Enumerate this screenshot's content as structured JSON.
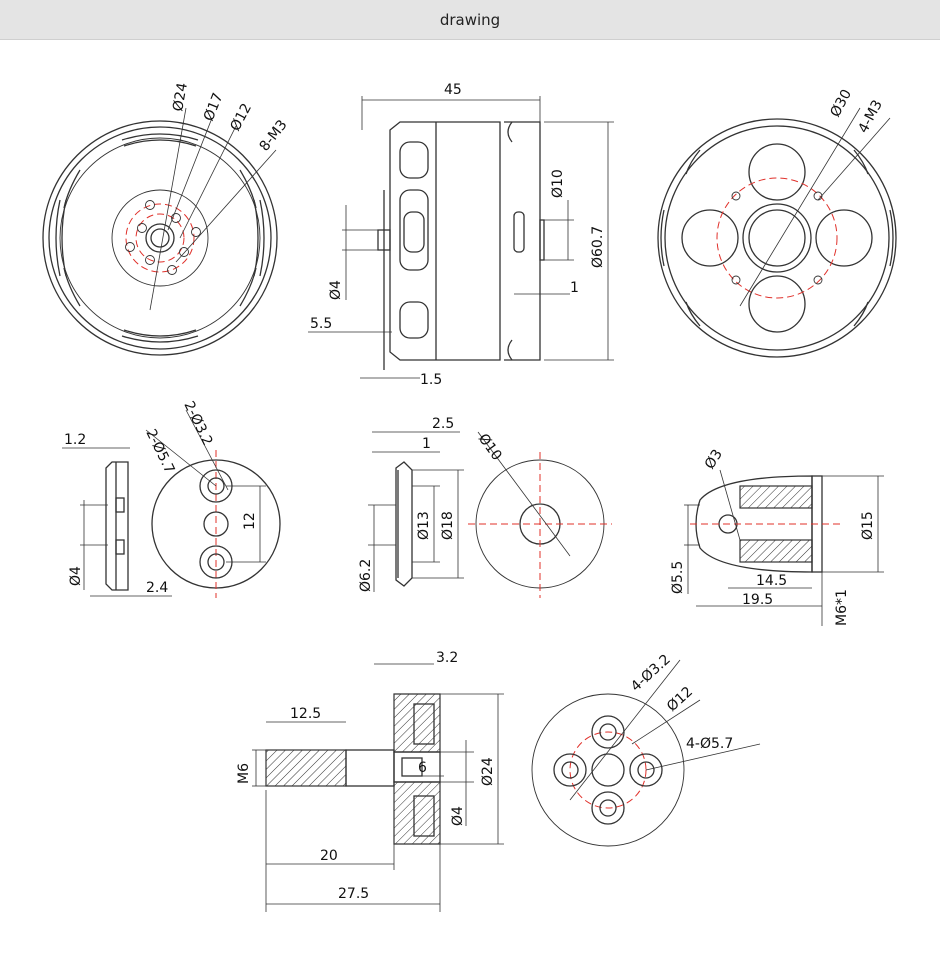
{
  "window": {
    "title": "drawing"
  },
  "labels": {
    "front_d24": "Ø24",
    "front_d17": "Ø17",
    "front_d12": "Ø12",
    "front_8m3": "8-M3",
    "side_45": "45",
    "side_d10": "Ø10",
    "side_d607": "Ø60.7",
    "side_d4": "Ø4",
    "side_1": "1",
    "side_55": "5.5",
    "side_15": "1.5",
    "back_d30": "Ø30",
    "back_4m3": "4-M3",
    "plate_12": "1.2",
    "plate_d4": "Ø4",
    "plate_24": "2.4",
    "plate_2d57": "2-Ø5.7",
    "plate_2d32": "2-Ø3.2",
    "plate_12b": "12",
    "washer_25": "2.5",
    "washer_1": "1",
    "washer_d10": "Ø10",
    "washer_d13": "Ø13",
    "washer_d18": "Ø18",
    "washer_d62": "Ø6.2",
    "nut_d3": "Ø3",
    "nut_d15": "Ø15",
    "nut_d55": "Ø5.5",
    "nut_145": "14.5",
    "nut_195": "19.5",
    "nut_m6": "M6*1",
    "adp_32": "3.2",
    "adp_125": "12.5",
    "adp_m6": "M6",
    "adp_6": "6",
    "adp_d24": "Ø24",
    "adp_d4": "Ø4",
    "adp_20": "20",
    "adp_275": "27.5",
    "adp_4d32": "4-Ø3.2",
    "adp_d12": "Ø12",
    "adp_4d57": "4-Ø5.7"
  },
  "colors": {
    "line": "#333333",
    "center": "#e0302a",
    "header": "#e4e4e4"
  }
}
